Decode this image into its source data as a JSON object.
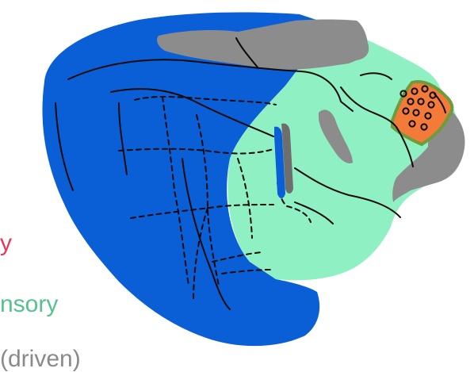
{
  "labels": [
    {
      "text": "y",
      "color": "#e8385a"
    },
    {
      "text": "nsory",
      "color": "#55c28e"
    },
    {
      "text": "(driven)",
      "color": "#8a8a8a"
    }
  ],
  "regions": {
    "blue": "#0b5fd6",
    "green": "#8ff0c4",
    "gray": "#8c8c8c",
    "orange": "#f47a3a",
    "orange_border": "#6f9c3a",
    "line": "#0a0a0a"
  },
  "electrode_icon": "small-circle-icon"
}
